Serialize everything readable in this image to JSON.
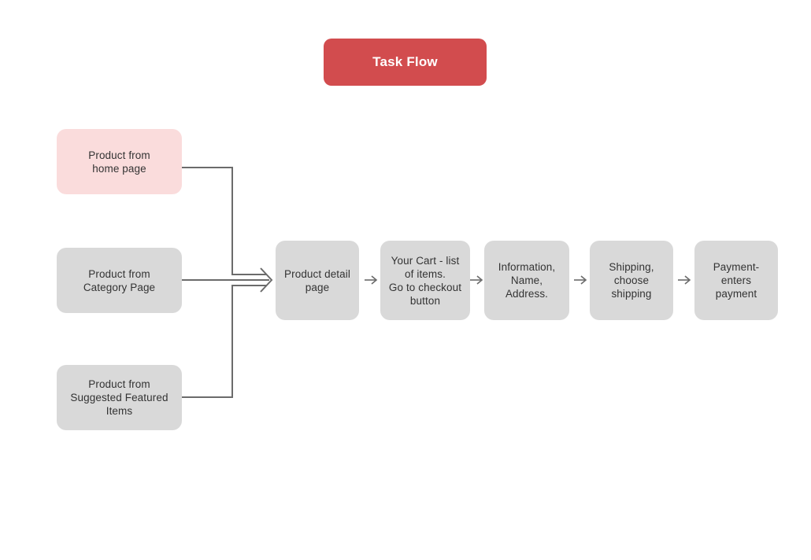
{
  "title_node": {
    "label": "Task Flow",
    "color": "#d24c4e",
    "text_color": "#ffffff"
  },
  "palette": {
    "node_gray": "#d9d9d9",
    "node_pink": "#fadcdc",
    "edge_gray": "#6b6b6b",
    "text": "#333333",
    "background": "#ffffff"
  },
  "entry_nodes": [
    {
      "label": "Product from\nhome page",
      "color": "#fadcdc"
    },
    {
      "label": "Product from\nCategory Page",
      "color": "#d9d9d9"
    },
    {
      "label": "Product from\nSuggested Featured\nItems",
      "color": "#d9d9d9"
    }
  ],
  "flow_nodes": [
    {
      "label": "Product detail\npage",
      "color": "#d9d9d9"
    },
    {
      "label": "Your Cart - list\nof items.\nGo to checkout\nbutton",
      "color": "#d9d9d9"
    },
    {
      "label": "Information,\nName,\nAddress.",
      "color": "#d9d9d9"
    },
    {
      "label": "Shipping,\nchoose\nshipping",
      "color": "#d9d9d9"
    },
    {
      "label": "Payment-\nenters\npayment",
      "color": "#d9d9d9"
    }
  ]
}
